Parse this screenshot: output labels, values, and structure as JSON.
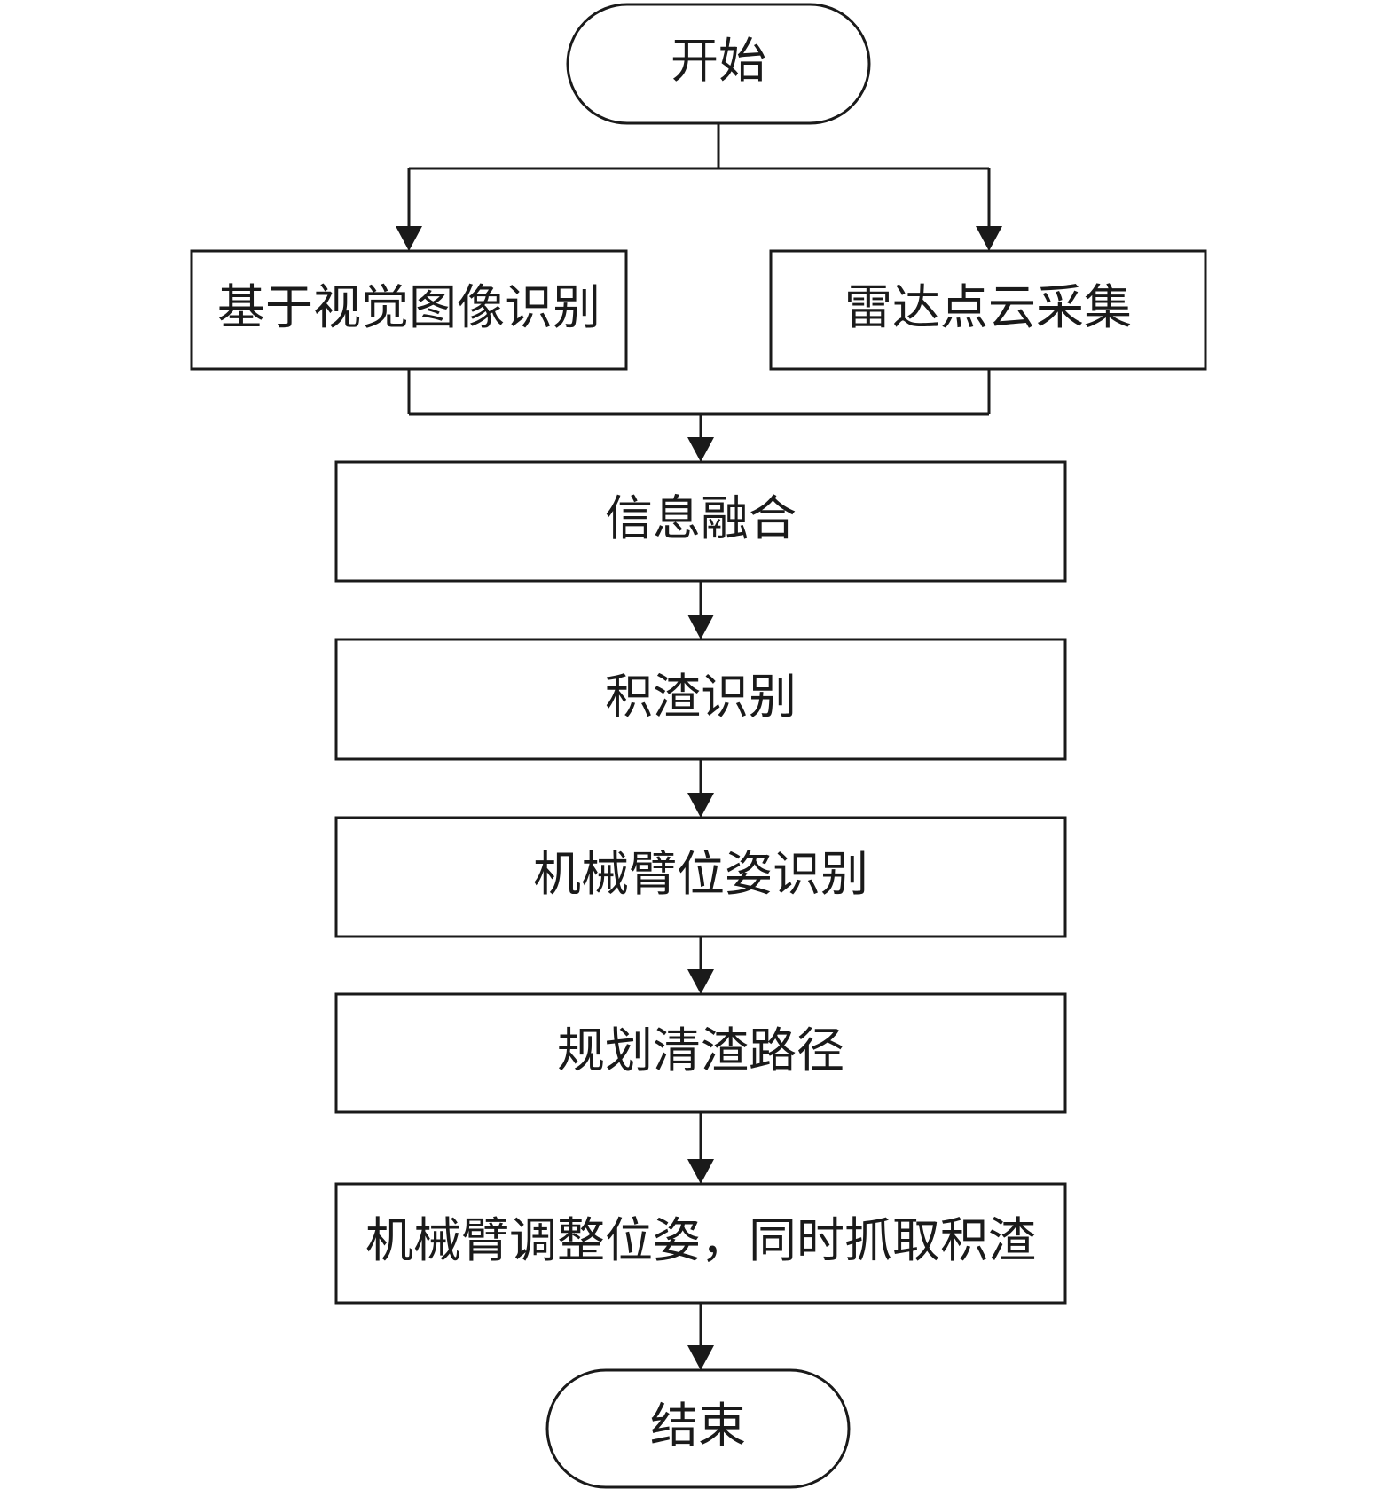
{
  "diagram": {
    "type": "flowchart",
    "colors": {
      "stroke": "#1a1a1a",
      "fill": "#ffffff",
      "text": "#1a1a1a"
    },
    "nodes": {
      "start": "开始",
      "vision": "基于视觉图像识别",
      "radar": "雷达点云采集",
      "fusion": "信息融合",
      "slag_recognition": "积渣识别",
      "arm_pose": "机械臂位姿识别",
      "path_planning": "规划清渣路径",
      "arm_grab": "机械臂调整位姿，同时抓取积渣",
      "end": "结束"
    },
    "edges": [
      [
        "start",
        "vision"
      ],
      [
        "start",
        "radar"
      ],
      [
        "vision",
        "fusion"
      ],
      [
        "radar",
        "fusion"
      ],
      [
        "fusion",
        "slag_recognition"
      ],
      [
        "slag_recognition",
        "arm_pose"
      ],
      [
        "arm_pose",
        "path_planning"
      ],
      [
        "path_planning",
        "arm_grab"
      ],
      [
        "arm_grab",
        "end"
      ]
    ]
  }
}
